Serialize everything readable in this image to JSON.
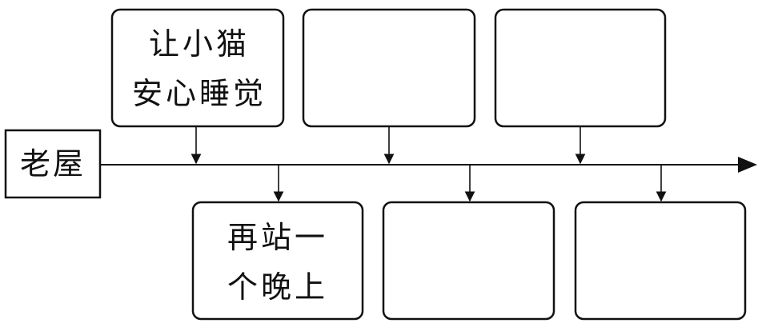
{
  "start_label": "老屋",
  "top_boxes": [
    {
      "lines": [
        "让小猫",
        "安心睡觉"
      ]
    },
    {
      "lines": []
    },
    {
      "lines": []
    }
  ],
  "bottom_boxes": [
    {
      "lines": [
        "再站一",
        "个晚上"
      ]
    },
    {
      "lines": []
    },
    {
      "lines": []
    }
  ]
}
